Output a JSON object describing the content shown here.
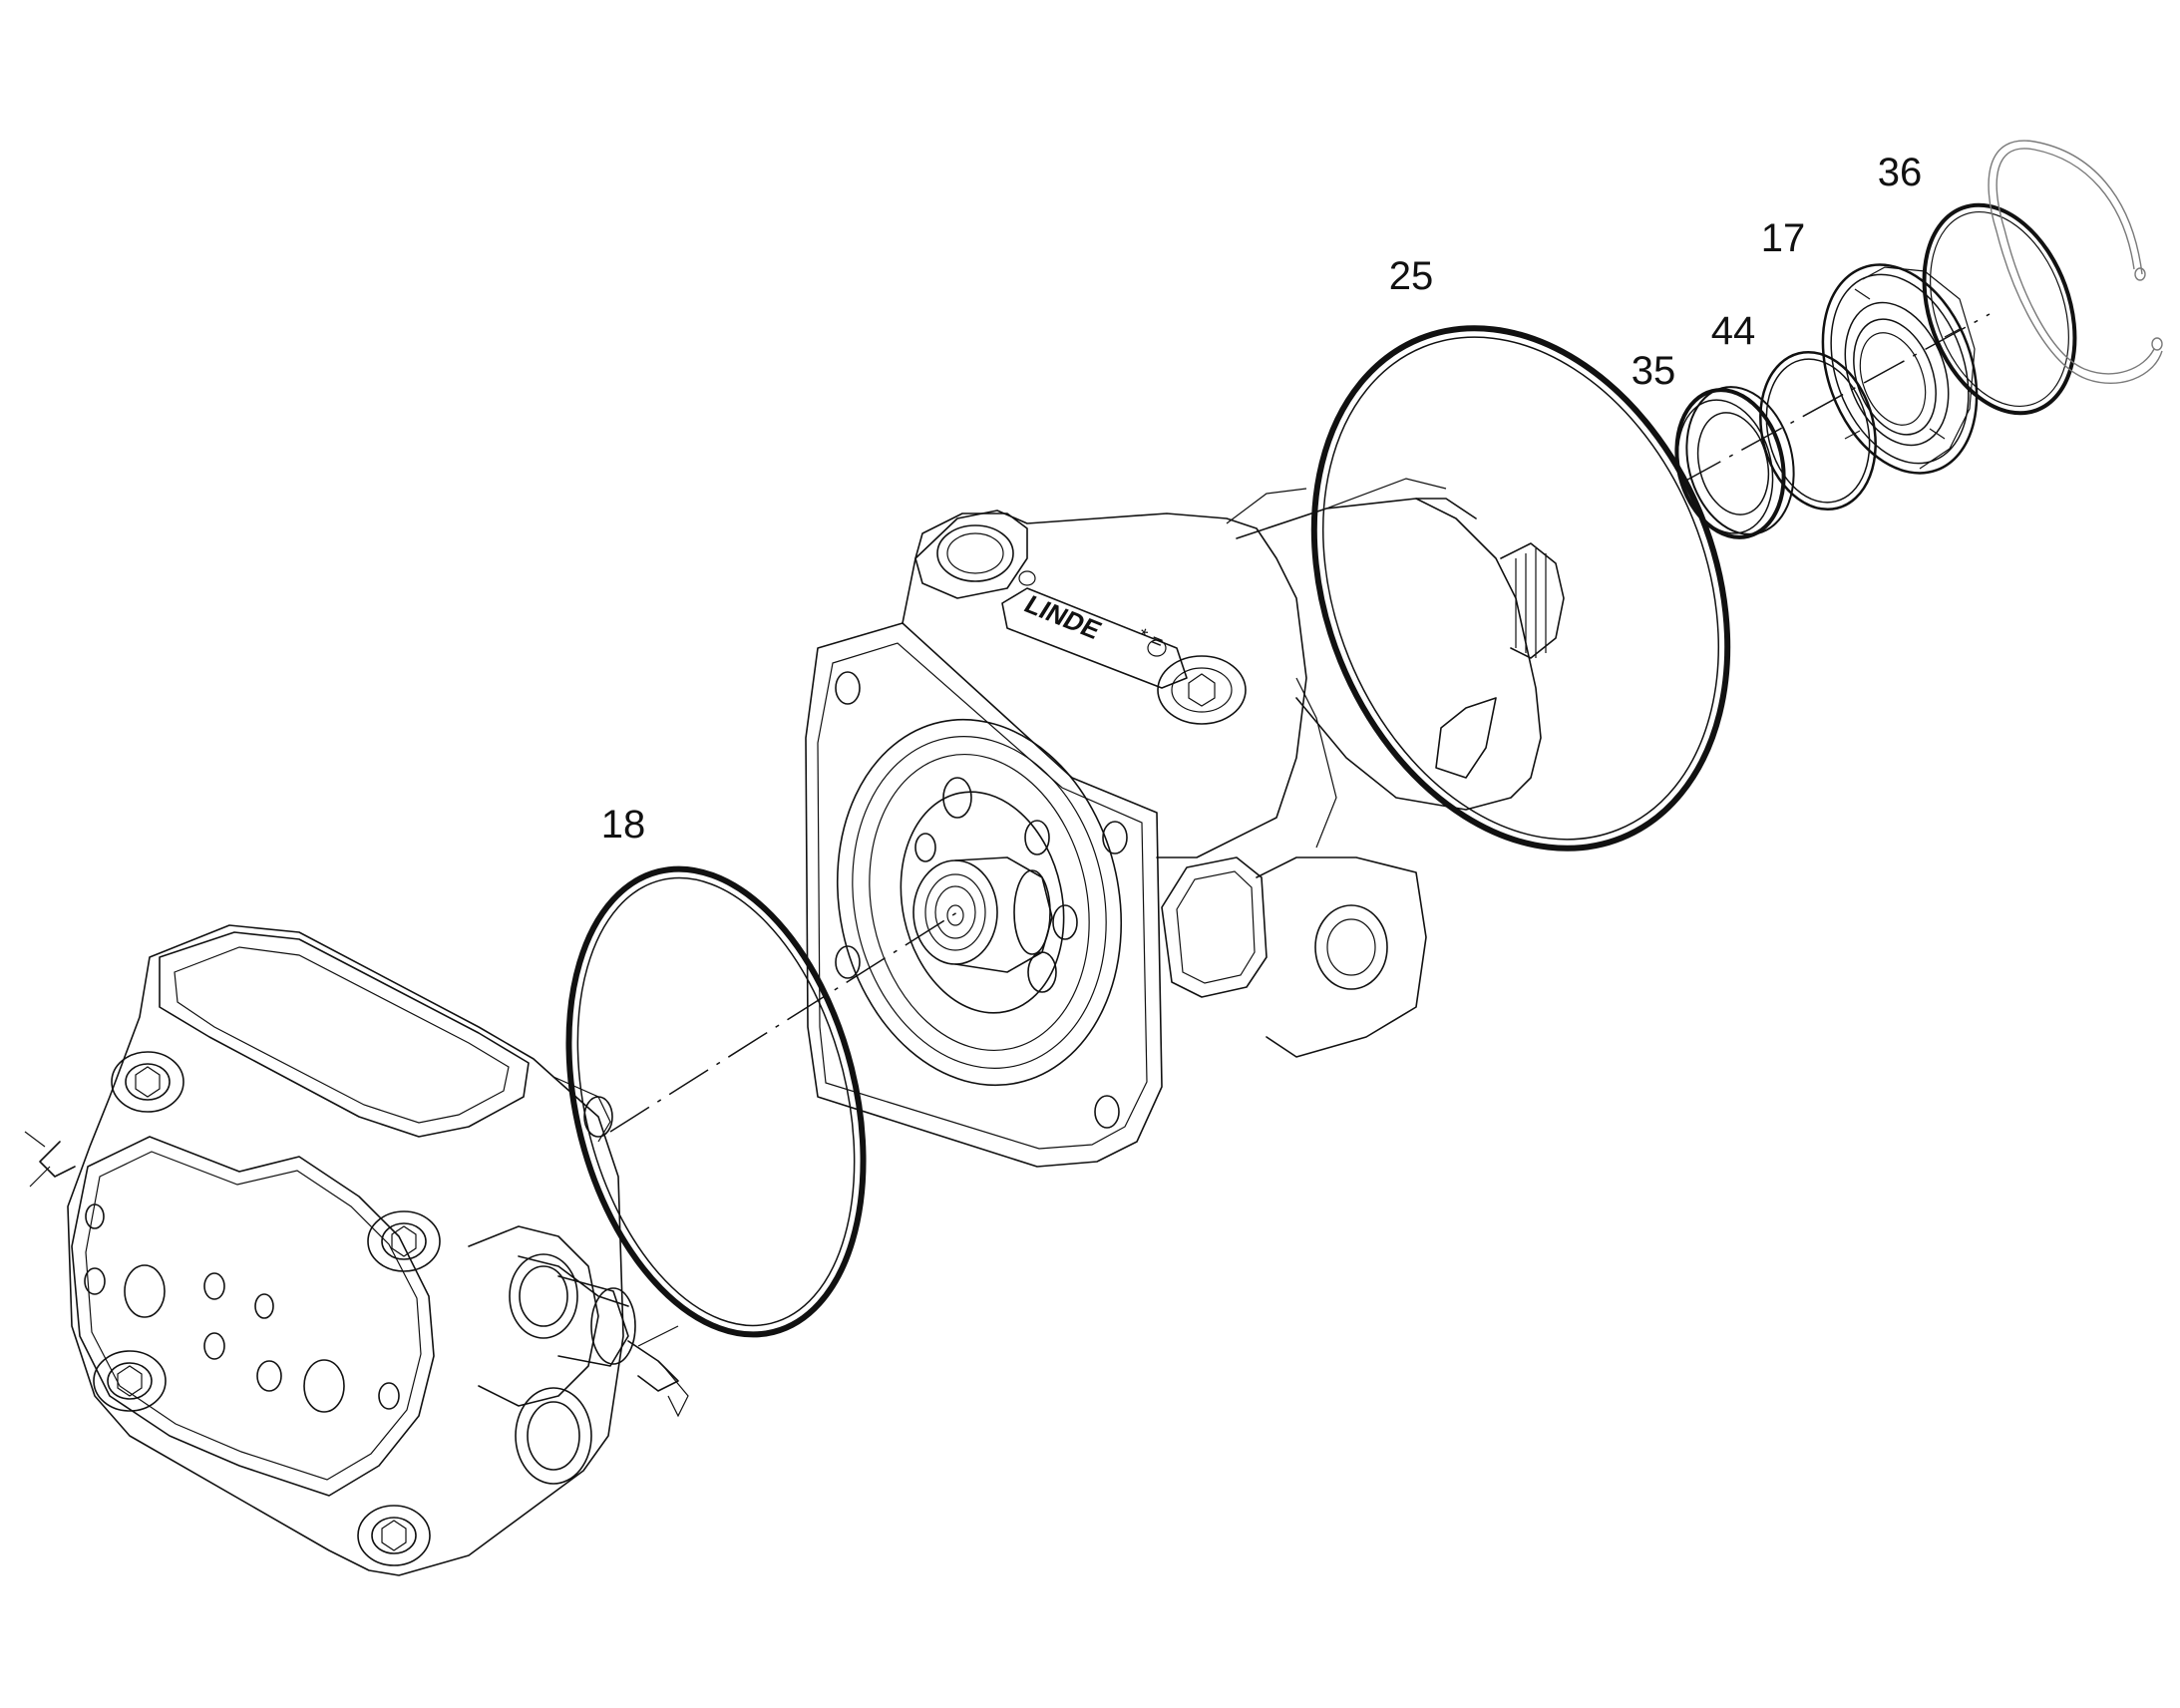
{
  "callouts": [
    {
      "id": "18",
      "label": "18"
    },
    {
      "id": "25",
      "label": "25"
    },
    {
      "id": "35",
      "label": "35"
    },
    {
      "id": "44",
      "label": "44"
    },
    {
      "id": "17",
      "label": "17"
    },
    {
      "id": "36",
      "label": "36"
    }
  ],
  "nameplate": {
    "text": "LINDE",
    "marks": "* ="
  },
  "colors": {
    "line": "#111111",
    "background": "#ffffff",
    "circlip": "#7a7a7a"
  }
}
